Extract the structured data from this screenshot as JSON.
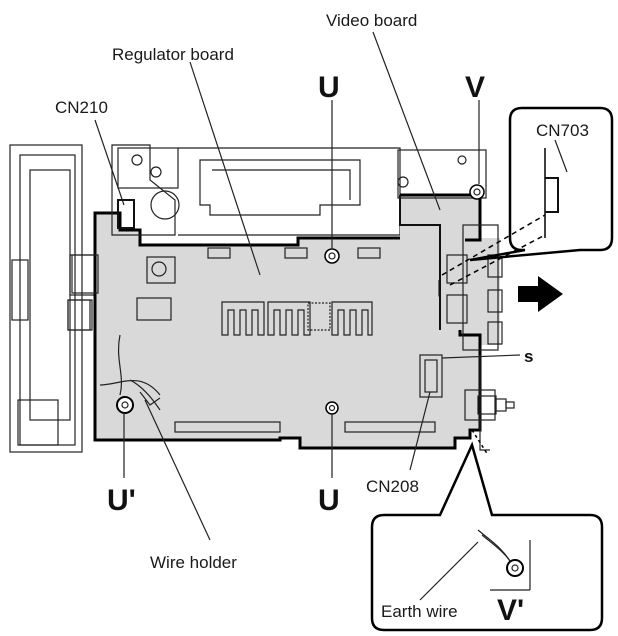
{
  "labels": {
    "video_board": "Video board",
    "regulator_board": "Regulator board",
    "cn210": "CN210",
    "cn703": "CN703",
    "cn208": "CN208",
    "wire_holder": "Wire holder",
    "earth_wire": "Earth wire",
    "s": "s"
  },
  "screws": {
    "u_top": "U",
    "v_top": "V",
    "u_prime": "U'",
    "u_bottom": "U",
    "v_prime": "V'"
  },
  "colors": {
    "board_fill": "#d9d9d9",
    "line": "#000000",
    "background": "#ffffff"
  },
  "icons": {
    "direction_arrow": "right-arrow-icon",
    "screw": "screw-icon"
  }
}
